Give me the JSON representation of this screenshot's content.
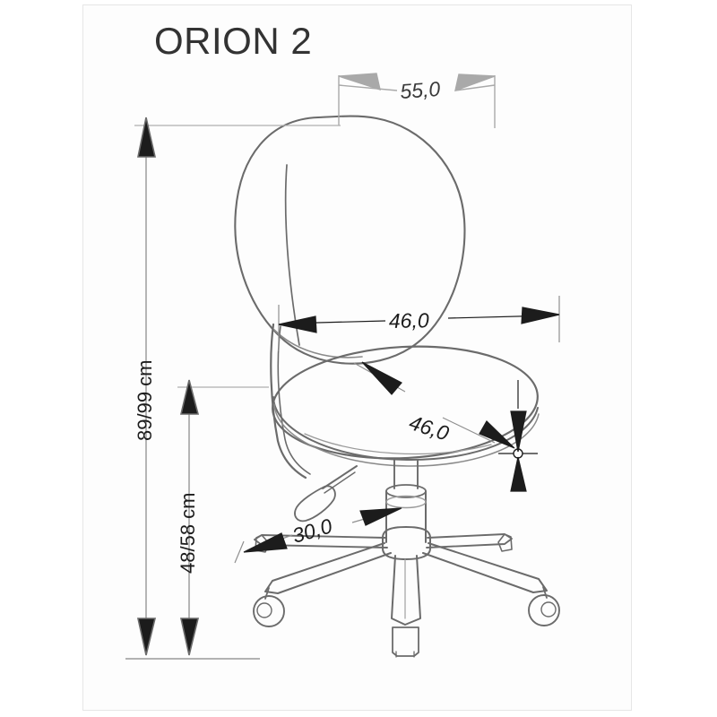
{
  "page": {
    "title": "ORION 2",
    "background_color": "#ffffff",
    "frame_color": "#e6e6e6",
    "line_color": "#6b6b6b",
    "dim_color": "#1c1c1c",
    "dim_gray_color": "#8c8c8c"
  },
  "dimensions": {
    "width_top": "55,0",
    "backrest_width": "46,0",
    "seat_depth": "46,0",
    "base_radius": "30,0",
    "total_height": "89/99 cm",
    "seat_height": "48/58 cm"
  },
  "product": {
    "name": "ORION 2",
    "type": "office-chair",
    "parts": [
      "backrest",
      "seat",
      "height-lever",
      "gas-cylinder",
      "five-star-base",
      "casters"
    ]
  }
}
